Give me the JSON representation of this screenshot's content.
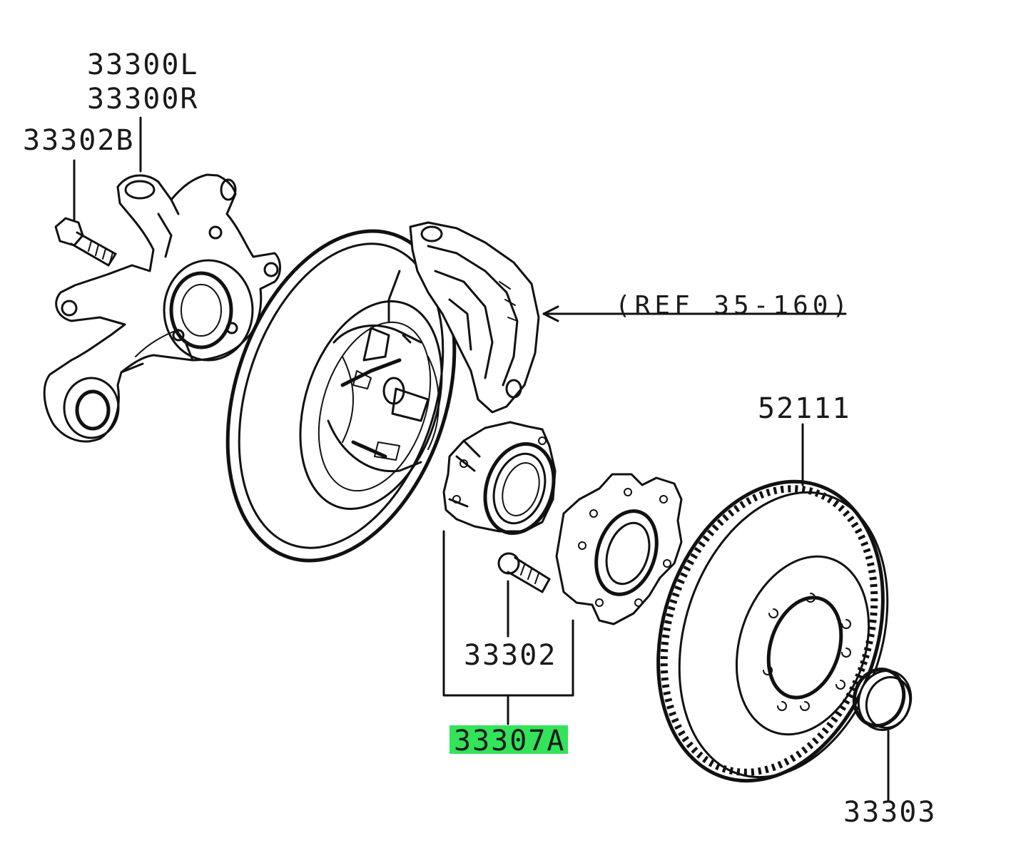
{
  "diagram": {
    "callouts": {
      "knuckle_left": "33300L",
      "knuckle_right": "33300R",
      "knuckle_bolt": "33302B",
      "reference": "(REF 35-160)",
      "rotor": "52111",
      "hub_bolt": "33302",
      "hub_assembly": "33307A",
      "hub_cap": "33303"
    },
    "highlight_color": "#33e35a",
    "highlighted_part": "33307A"
  }
}
